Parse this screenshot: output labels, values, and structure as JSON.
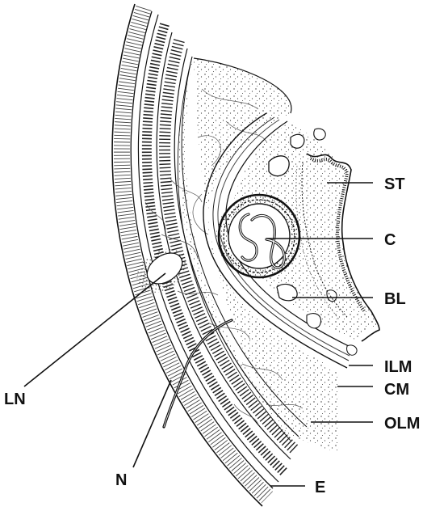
{
  "labels": {
    "st": "ST",
    "c": "C",
    "bl": "BL",
    "ilm": "ILM",
    "cm": "CM",
    "olm": "OLM",
    "e": "E",
    "n": "N",
    "ln": "LN"
  },
  "colors": {
    "ink": "#111111",
    "background": "#ffffff",
    "stipple": "#333333"
  }
}
